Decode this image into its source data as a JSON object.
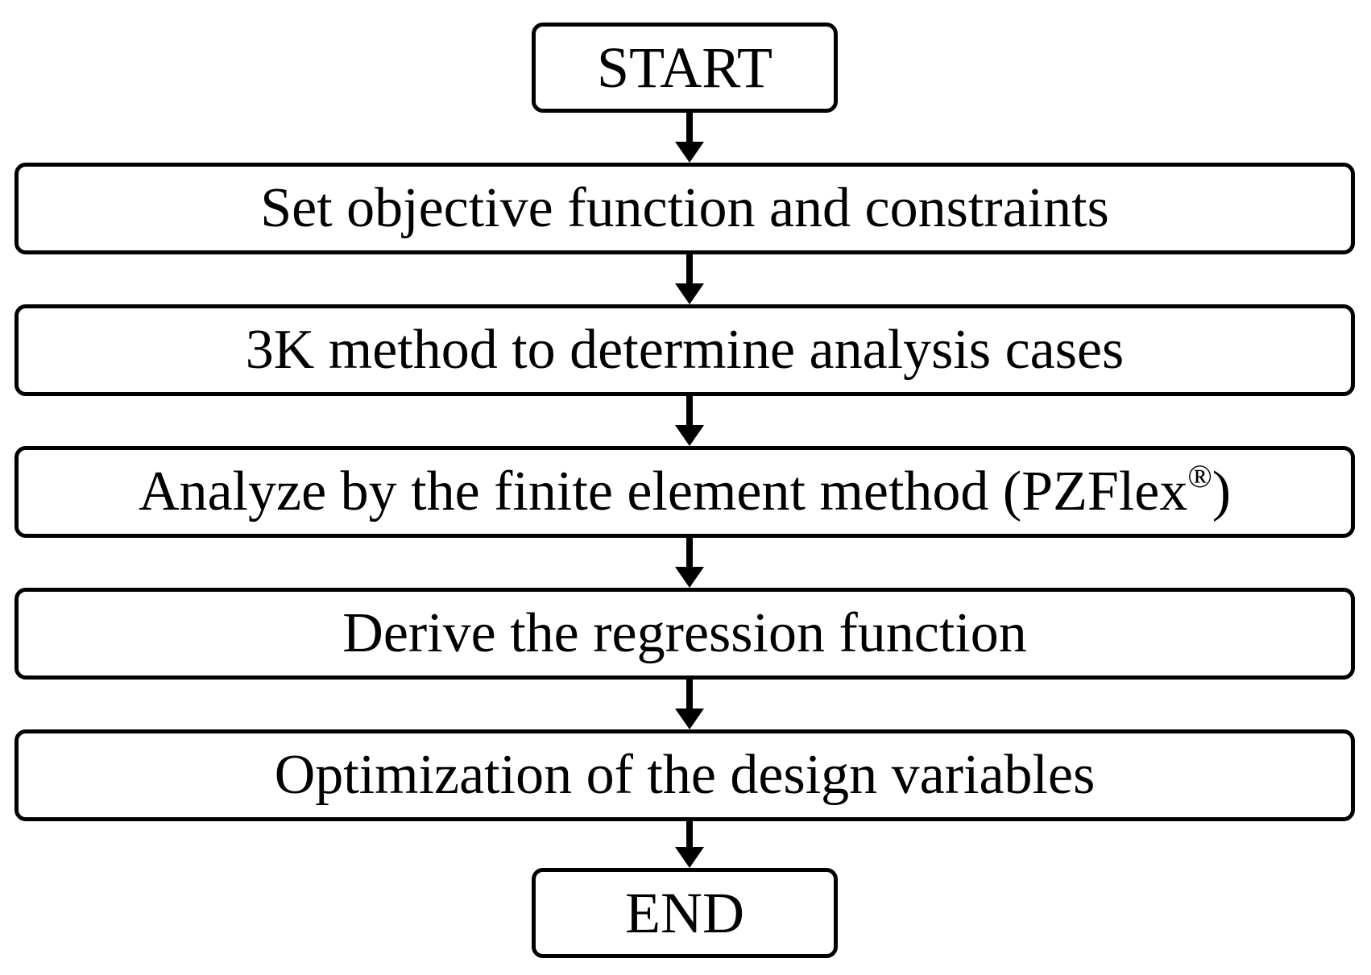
{
  "flowchart": {
    "start_label": "START",
    "steps": [
      {
        "label": "Set objective function and constraints"
      },
      {
        "label": "3K method to determine analysis cases"
      },
      {
        "label": "Analyze by the finite element method (PZFlex",
        "suffix_mark": "®",
        "closing": ")"
      },
      {
        "label": "Derive the regression function"
      },
      {
        "label": "Optimization of the design variables"
      }
    ],
    "end_label": "END"
  },
  "colors": {
    "stroke": "#000000",
    "fill": "#ffffff",
    "text": "#000000"
  }
}
